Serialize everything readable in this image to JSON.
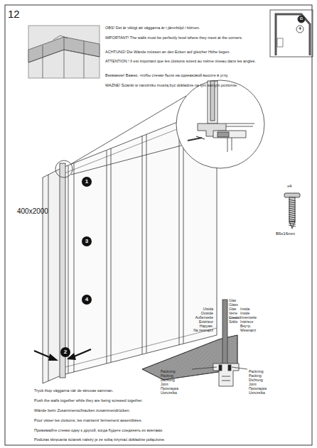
{
  "diagram": {
    "labels": [
      "12",
      "OBS! Det är viktigt att väggarna är i jämnhöjd i hörnen.",
      "IMPORTANT! The walls must be perfectly level where they meet at the corners.",
      "ACHTUNG! Die Wände müssen an den Ecken auf gleicher Höhe liegen.",
      "ATTENTION ! Il est important que les cloisons soient au même niveau dans les angles.",
      "Внимание! Важно, чтобы стенки были на одинаковой высоте в углу.",
      "WAŻNE! Ścianki w narożniku muszą być dokładnie na tym samym poziomie.",
      "G",
      "4",
      "1",
      "3",
      "4",
      "2",
      "400x2000",
      "x4",
      "B6x16mm",
      "Glas",
      "Glass",
      "Glas",
      "Verre",
      "Стекло",
      "Szkło",
      "Utsida",
      "Outside",
      "Außenseite",
      "Extérieur",
      "Наружн.",
      "Na zewnątrz",
      "Insida",
      "Inside",
      "Innenseite",
      "Intérieur",
      "Внутр.",
      "Wewnątrz",
      "Packning",
      "Packing",
      "Dichtung",
      "Joint",
      "Прокладка",
      "Uszczelka",
      "Packning",
      "Packing",
      "Dichtung",
      "Joint",
      "Прокладка",
      "Uszczelka",
      "Tryck ihop väggarna när de skruvas samman.",
      "Push the walls together while they are being screwed together.",
      "Wände beim Zusammenschrauben zusammendrücken.",
      "Pour visser les cloisons, les maintenir fermement assemblées.",
      "Прижимайте стенки одну к другой, когда будете соединять их винтами.",
      "Podczas skręcania ścianek należy je ze sobą trzymać dokładnie połączone."
    ]
  }
}
